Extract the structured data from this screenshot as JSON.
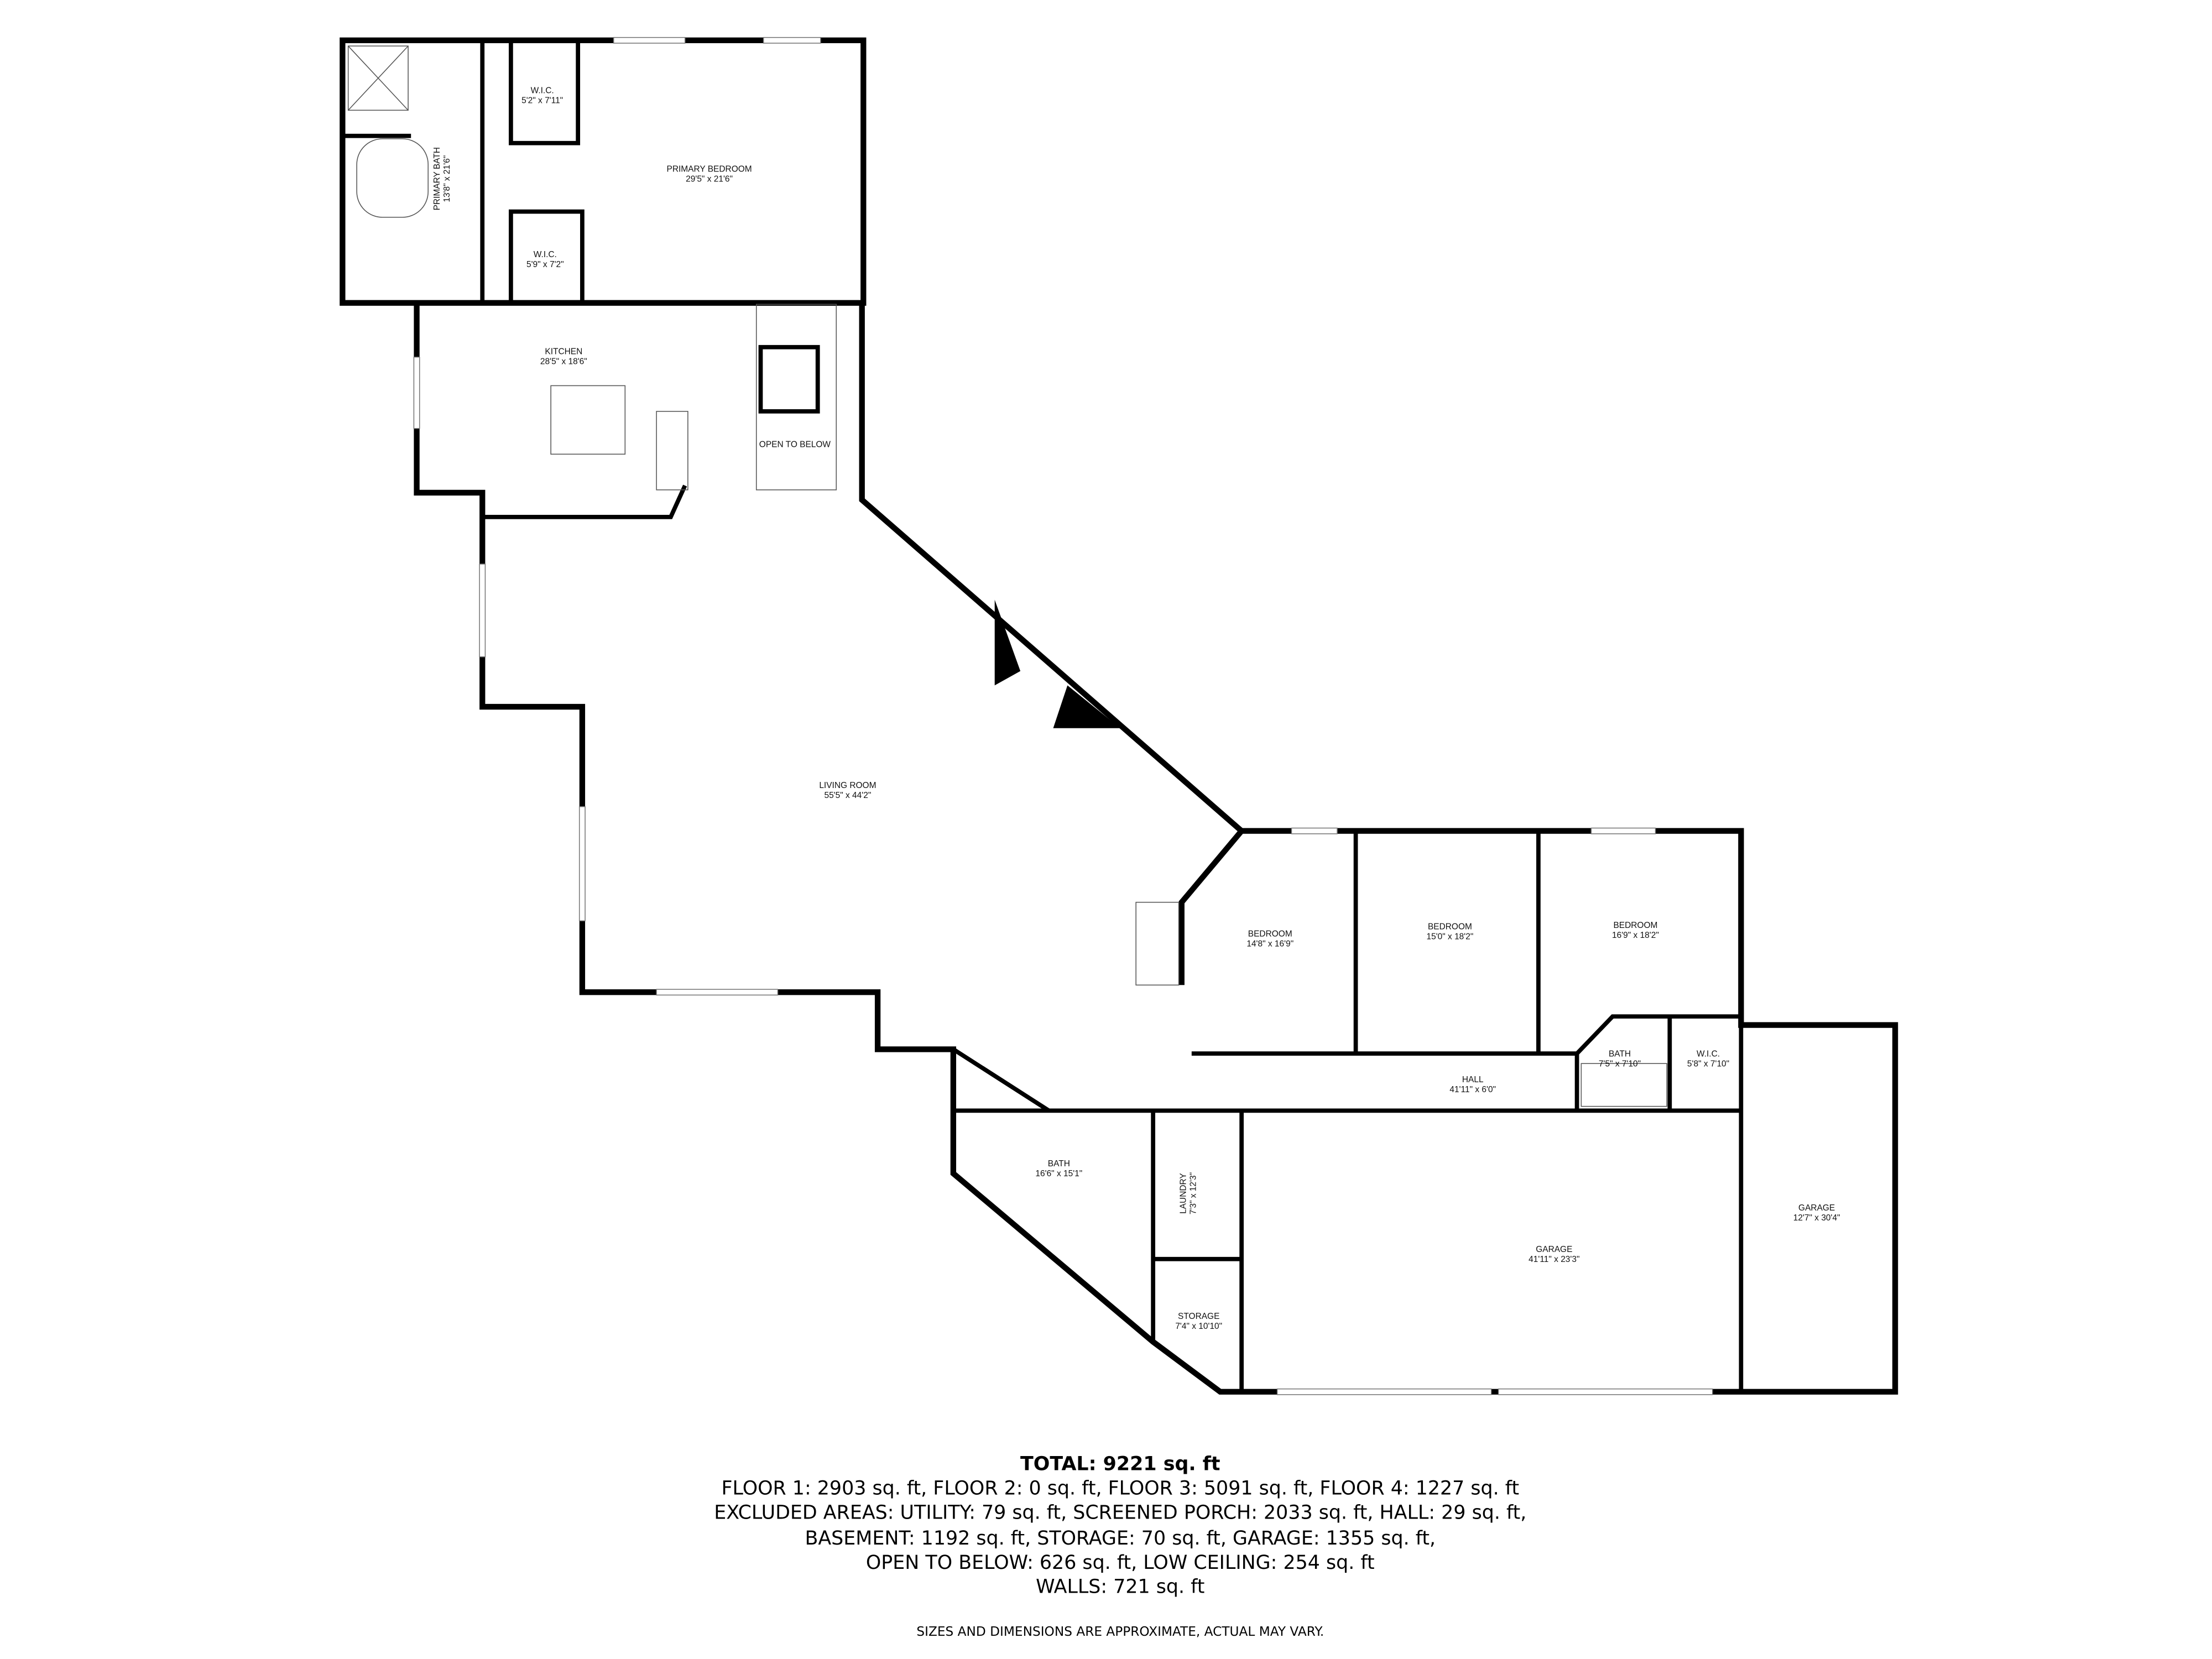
{
  "rooms": [
    {
      "name": "PRIMARY BATH",
      "dims": "13'8\" x 21'6\""
    },
    {
      "name": "W.I.C.",
      "dims": "5'2\" x 7'11\""
    },
    {
      "name": "PRIMARY BEDROOM",
      "dims": "29'5\" x 21'6\""
    },
    {
      "name": "W.I.C.",
      "dims": "5'9\" x 7'2\""
    },
    {
      "name": "KITCHEN",
      "dims": "28'5\" x 18'6\""
    },
    {
      "name": "OPEN TO BELOW"
    },
    {
      "name": "LIVING ROOM",
      "dims": "55'5\" x 44'2\""
    },
    {
      "name": "BEDROOM",
      "dims": "14'8\" x 16'9\""
    },
    {
      "name": "BEDROOM",
      "dims": "15'0\" x 18'2\""
    },
    {
      "name": "BEDROOM",
      "dims": "16'9\" x 18'2\""
    },
    {
      "name": "BATH",
      "dims": "7'5\" x 7'10\""
    },
    {
      "name": "W.I.C.",
      "dims": "5'8\" x 7'10\""
    },
    {
      "name": "HALL",
      "dims": "41'11\" x 6'0\""
    },
    {
      "name": "BATH",
      "dims": "16'6\" x 15'1\""
    },
    {
      "name": "LAUNDRY",
      "dims": "7'3\" x 12'3\""
    },
    {
      "name": "GARAGE",
      "dims": "41'11\" x 23'3\""
    },
    {
      "name": "STORAGE",
      "dims": "7'4\" x 10'10\""
    },
    {
      "name": "GARAGE",
      "dims": "12'7\" x 30'4\""
    }
  ],
  "summary": {
    "total": "TOTAL: 9221 sq. ft",
    "lines": [
      "FLOOR 1: 2903 sq. ft, FLOOR 2: 0 sq. ft, FLOOR 3: 5091 sq. ft, FLOOR 4: 1227 sq. ft",
      "EXCLUDED AREAS: UTILITY: 79 sq. ft, SCREENED PORCH: 2033 sq. ft, HALL: 29 sq. ft,",
      "BASEMENT: 1192 sq. ft, STORAGE: 70 sq. ft, GARAGE: 1355 sq. ft,",
      "OPEN TO BELOW: 626 sq. ft, LOW CEILING: 254 sq. ft",
      "WALLS: 721 sq. ft"
    ],
    "disclaimer": "SIZES AND DIMENSIONS ARE APPROXIMATE, ACTUAL MAY VARY."
  }
}
